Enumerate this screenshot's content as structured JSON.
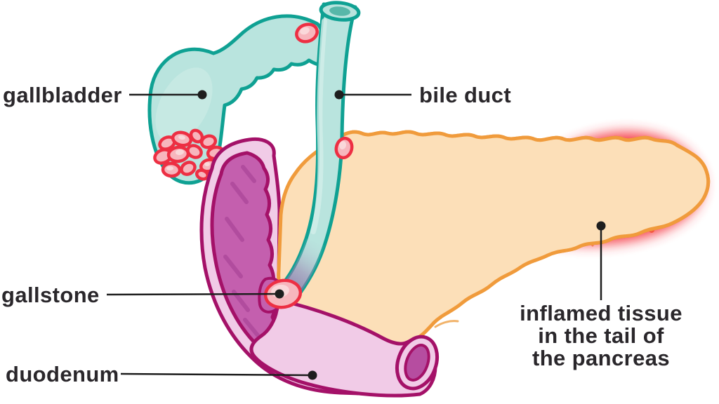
{
  "diagram": {
    "labels": {
      "gallbladder": "gallbladder",
      "bile_duct": "bile duct",
      "gallstone": "gallstone",
      "duodenum": "duodenum",
      "inflamed_line1": "inflamed tissue",
      "inflamed_line2": "in the tail of",
      "inflamed_line3": "the pancreas"
    },
    "colors": {
      "ink": "#2a272b",
      "leader": "#1e1e1e",
      "teal_fill": "#b9e4de",
      "teal_stroke": "#0fa193",
      "teal_inner": "#57b7a9",
      "teal_highlight": "#d2ede9",
      "pancreas_fill": "#fcdfb8",
      "pancreas_stroke": "#f09b3c",
      "pancreas_texture": "#efa44f",
      "pancreas_patch_dark": "#f3bd85",
      "pancreas_patch_light": "#fdf3e3",
      "duct_inner": "#fdeedd",
      "duodenum_stroke": "#a41168",
      "duodenum_fill": "#f1cbe7",
      "duodenum_inner": "#c45fae",
      "duodenum_streak": "#b14c9e",
      "duodenum_lumen": "#b64da0",
      "stone_fill": "#f7b6bd",
      "stone_highlight": "#fad8da",
      "stone_stroke": "#ed2f43",
      "inflamed_red": "#f5333d"
    }
  }
}
